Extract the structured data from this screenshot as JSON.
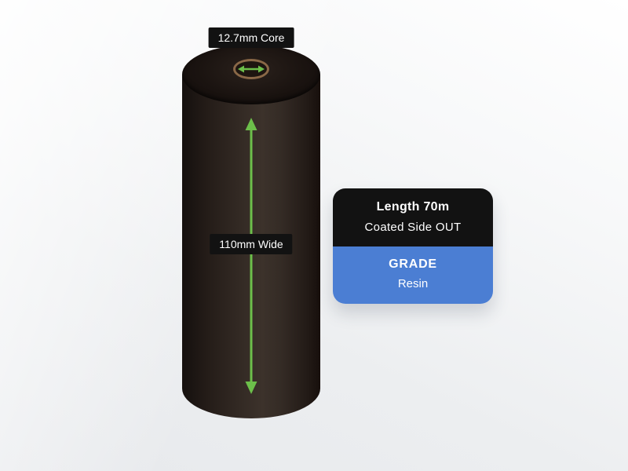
{
  "diagram": {
    "core_label": "12.7mm Core",
    "width_label": "110mm Wide"
  },
  "info_card": {
    "length_label": "Length 70m",
    "coated_label": "Coated Side OUT",
    "grade_title": "GRADE",
    "grade_value": "Resin"
  },
  "colors": {
    "arrow_green": "#6cbf4a",
    "label_black": "#121212",
    "card_black": "#121212",
    "grade_blue": "#4b7ed3",
    "core_ring": "#8a6847",
    "background": "#eceef0"
  }
}
